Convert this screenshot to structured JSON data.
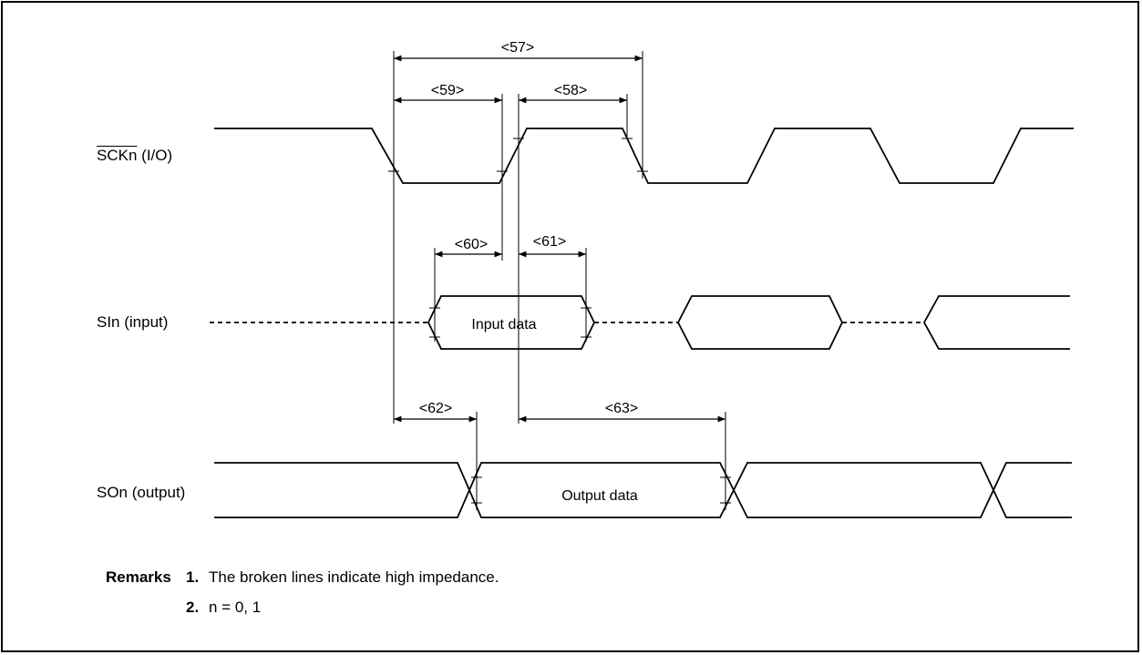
{
  "signals": {
    "sck_name": "SCKn",
    "sck_dir": "(I/O)",
    "si": "SIn (input)",
    "so": "SOn (output)"
  },
  "timing": {
    "t57": "<57>",
    "t58": "<58>",
    "t59": "<59>",
    "t60": "<60>",
    "t61": "<61>",
    "t62": "<62>",
    "t63": "<63>"
  },
  "data": {
    "input": "Input data",
    "output": "Output data"
  },
  "remarks": {
    "heading": "Remarks",
    "item1_num": "1.",
    "item1_text": "The broken lines indicate high impedance.",
    "item2_num": "2.",
    "item2_text": "n = 0, 1"
  }
}
